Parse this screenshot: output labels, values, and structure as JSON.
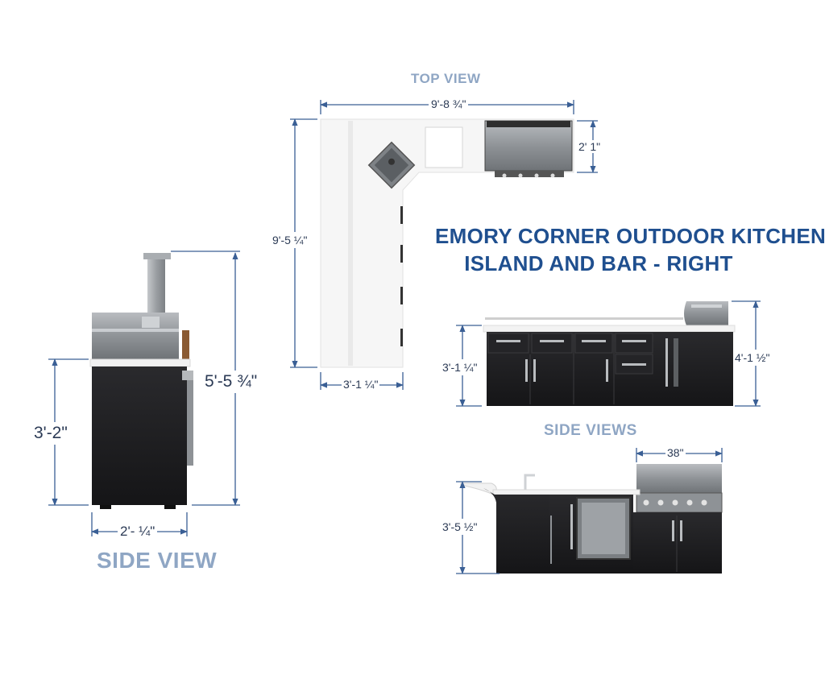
{
  "title": {
    "line1": "EMORY CORNER OUTDOOR KITCHEN",
    "line2": "ISLAND AND BAR - RIGHT"
  },
  "sections": {
    "top_view": "TOP VIEW",
    "side_views": "SIDE VIEWS",
    "side_view": "SIDE VIEW"
  },
  "dimensions": {
    "top_width": "9'-8 ¾\"",
    "top_depth": "9'-5 ¼\"",
    "top_grill_depth": "2' 1\"",
    "top_counter_depth": "3'-1 ¼\"",
    "side_total_height": "5'-5 ¾\"",
    "side_cabinet_height": "3'-2\"",
    "side_width": "2'- ¼\"",
    "front_cabinet_height": "3'-1 ¼\"",
    "front_grill_height": "4'-1 ½\"",
    "back_grill_width": "38\"",
    "back_bar_height": "3'-5 ½\""
  },
  "colors": {
    "dimension_line": "#3a5f95",
    "title": "#1f4f8f",
    "section_label": "#8fa6c4",
    "cabinet": "#1c1c1e",
    "steel": "#9ea2a6",
    "countertop": "#f4f4f4"
  }
}
